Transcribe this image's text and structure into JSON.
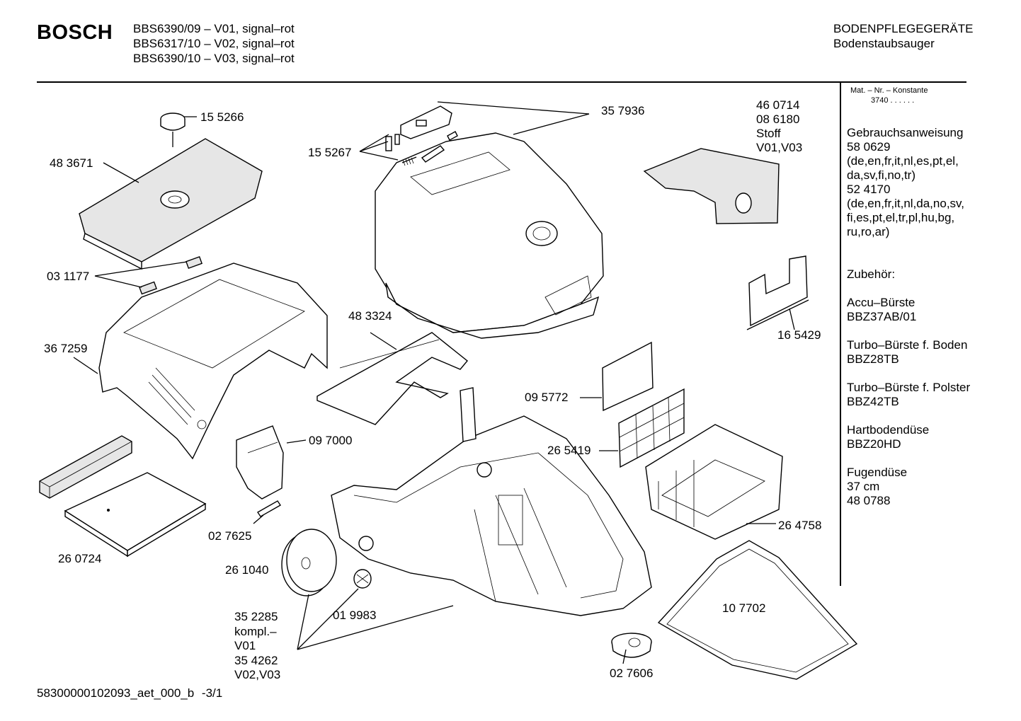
{
  "header": {
    "brand": "BOSCH",
    "models": [
      "BBS6390/09 – V01, signal–rot",
      "BBS6317/10 – V02, signal–rot",
      "BBS6390/10 – V03, signal–rot"
    ],
    "category": "BODENPFLEGEGERÄTE",
    "subcategory": "Bodenstaubsauger"
  },
  "sidebar": {
    "matnr_label": "Mat. – Nr. – Konstante",
    "matnr_value": "3740 . . . . . .",
    "manual_title": "Gebrauchsanweisung",
    "manual_1_number": "58 0629",
    "manual_1_langs": [
      "(de,en,fr,it,nl,es,pt,el,",
      "da,sv,fi,no,tr)"
    ],
    "manual_2_number": "52 4170",
    "manual_2_langs": [
      "(de,en,fr,it,nl,da,no,sv,",
      "fi,es,pt,el,tr,pl,hu,bg,",
      "ru,ro,ar)"
    ],
    "accessories_title": "Zubehör:",
    "accessories": [
      {
        "name": "Accu–Bürste",
        "code": "BBZ37AB/01"
      },
      {
        "name": "Turbo–Bürste f. Boden",
        "code": "BBZ28TB"
      },
      {
        "name": "Turbo–Bürste f. Polster",
        "code": "BBZ42TB"
      },
      {
        "name": "Hartbodendüse",
        "code": "BBZ20HD"
      },
      {
        "name": "Fugendüse",
        "code": "37 cm",
        "extra": "48 0788"
      }
    ]
  },
  "parts": {
    "p155266": "15 5266",
    "p483671": "48 3671",
    "p155267": "15 5267",
    "p357936": "35 7936",
    "p460714": "46 0714",
    "p086180": "08 6180",
    "stoff": "Stoff",
    "v01v03": "V01,V03",
    "p031177": "03 1177",
    "p483324": "48 3324",
    "p367259": "36 7259",
    "p165429": "16 5429",
    "p095772": "09 5772",
    "p097000": "09 7000",
    "p265419": "26 5419",
    "p264758": "26 4758",
    "p027625": "02 7625",
    "p260724": "26 0724",
    "p261040": "26 1040",
    "p352285": "35 2285",
    "kompl": "kompl.–",
    "v01": "V01",
    "p354262": "35 4262",
    "v02v03": "V02,V03",
    "p019983": "01 9983",
    "p107702": "10 7702",
    "p027606": "02 7606"
  },
  "footer": {
    "doc_id": "58300000102093_aet_000_b",
    "page": "-3/1"
  }
}
